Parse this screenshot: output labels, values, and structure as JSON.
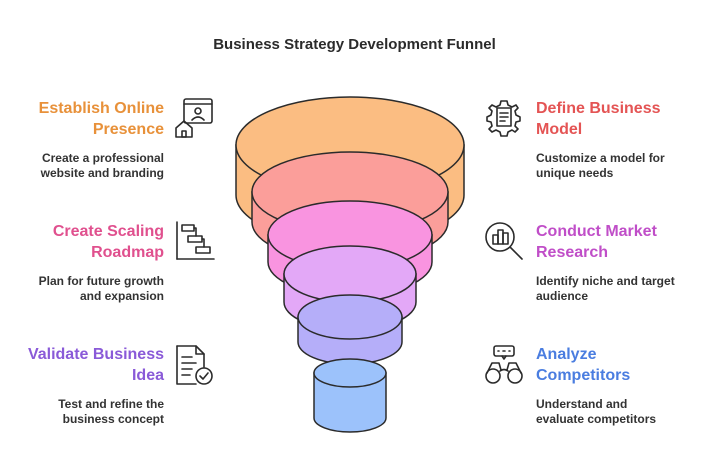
{
  "title": "Business Strategy Development Funnel",
  "left_items": [
    {
      "title_line1": "Establish Online",
      "title_line2": "Presence",
      "desc_line1": "Create a professional",
      "desc_line2": "website and branding",
      "color": "#e8913a",
      "icon": "website-icon"
    },
    {
      "title_line1": "Create Scaling",
      "title_line2": "Roadmap",
      "desc_line1": "Plan for future growth",
      "desc_line2": "and expansion",
      "color": "#e0508e",
      "icon": "roadmap-icon"
    },
    {
      "title_line1": "Validate Business",
      "title_line2": "Idea",
      "desc_line1": "Test and refine the",
      "desc_line2": "business concept",
      "color": "#8a5ad8",
      "icon": "checklist-icon"
    }
  ],
  "right_items": [
    {
      "title_line1": "Define Business",
      "title_line2": "Model",
      "desc_line1": "Customize a model for",
      "desc_line2": "unique needs",
      "color": "#e45454",
      "icon": "gear-document-icon"
    },
    {
      "title_line1": "Conduct Market",
      "title_line2": "Research",
      "desc_line1": "Identify niche and target",
      "desc_line2": "audience",
      "color": "#c04ec8",
      "icon": "magnifier-research-icon"
    },
    {
      "title_line1": "Analyze",
      "title_line2": "Competitors",
      "desc_line1": "Understand and",
      "desc_line2": "evaluate competitors",
      "color": "#4a7de0",
      "icon": "binoculars-icon"
    }
  ],
  "funnel_colors": {
    "level1": "#fbbd82",
    "level2": "#fb9e9a",
    "level3": "#f994e0",
    "level4": "#e3a8f7",
    "level5": "#b5aef9",
    "level6": "#9cc2fb"
  }
}
